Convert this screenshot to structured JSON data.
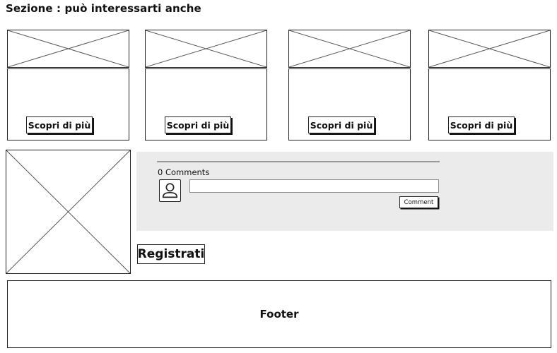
{
  "section": {
    "title": "Sezione : può interessarti anche"
  },
  "cards": [
    {
      "button_label": "Scopri di più"
    },
    {
      "button_label": "Scopri di più"
    },
    {
      "button_label": "Scopri di più"
    },
    {
      "button_label": "Scopri di più"
    }
  ],
  "comments": {
    "count_label": "0 Comments",
    "input_value": "",
    "input_placeholder": "",
    "submit_label": "Comment",
    "panel_color": "#ebebeb"
  },
  "register": {
    "label": "Registrati"
  },
  "footer": {
    "label": "Footer"
  },
  "icons": {
    "avatar": "user-icon",
    "placeholder": "image-placeholder-icon"
  }
}
